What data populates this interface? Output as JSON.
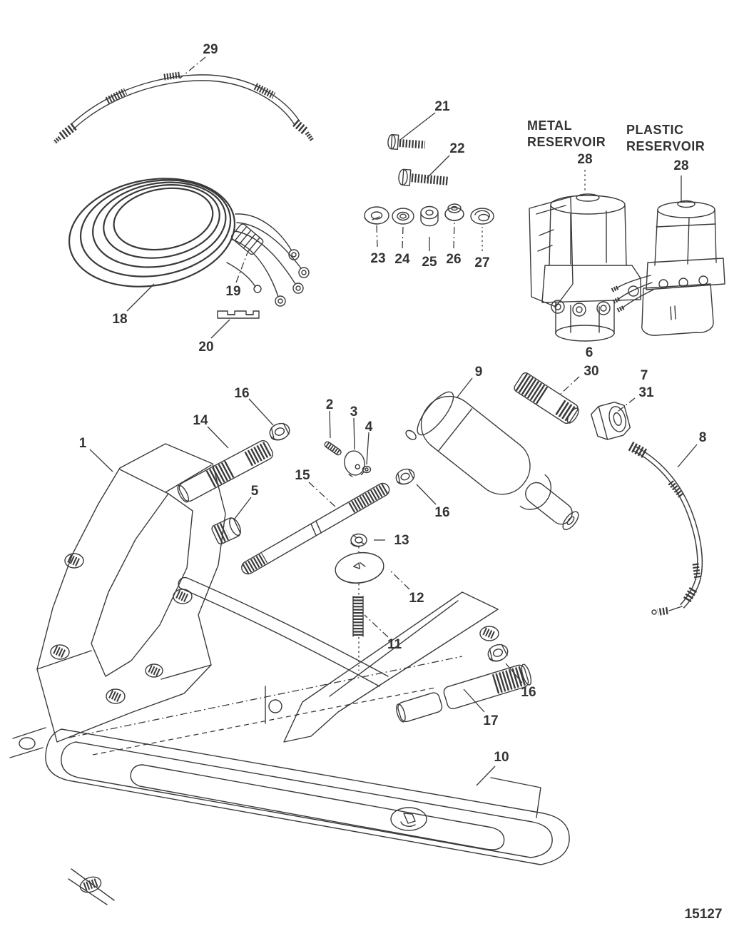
{
  "colors": {
    "ink": "#3a3a3a",
    "text": "#333333",
    "background": "#ffffff"
  },
  "drawing_number": "15127",
  "reservoir_labels": {
    "metal_line1": "METAL",
    "metal_line2": "RESERVOIR",
    "plastic_line1": "PLASTIC",
    "plastic_line2": "RESERVOIR"
  },
  "callouts": [
    {
      "num": "29",
      "target": "hydraulic-hose-upper"
    },
    {
      "num": "21",
      "target": "screw"
    },
    {
      "num": "22",
      "target": "bolt"
    },
    {
      "num": "23",
      "target": "lockwasher"
    },
    {
      "num": "24",
      "target": "flat-washer"
    },
    {
      "num": "25",
      "target": "nut"
    },
    {
      "num": "26",
      "target": "locknut"
    },
    {
      "num": "27",
      "target": "washer"
    },
    {
      "num": "28",
      "target": "pump-metal-reservoir"
    },
    {
      "num": "28",
      "target": "pump-plastic-reservoir"
    },
    {
      "num": "18",
      "target": "wiring-harness"
    },
    {
      "num": "19",
      "target": "connector"
    },
    {
      "num": "20",
      "target": "retainer-clip"
    },
    {
      "num": "16",
      "target": "nut-front"
    },
    {
      "num": "14",
      "target": "anchor-pin-front"
    },
    {
      "num": "2",
      "target": "pin"
    },
    {
      "num": "3",
      "target": "release-cam"
    },
    {
      "num": "4",
      "target": "small-nut"
    },
    {
      "num": "9",
      "target": "trim-cylinder"
    },
    {
      "num": "6",
      "target": "fitting"
    },
    {
      "num": "30",
      "target": "fitting"
    },
    {
      "num": "7",
      "target": "fitting-nut"
    },
    {
      "num": "31",
      "target": "fitting-nut"
    },
    {
      "num": "8",
      "target": "hydraulic-hose-lower"
    },
    {
      "num": "1",
      "target": "stern-bracket"
    },
    {
      "num": "5",
      "target": "plug"
    },
    {
      "num": "15",
      "target": "pivot-rod"
    },
    {
      "num": "16",
      "target": "nut-middle"
    },
    {
      "num": "13",
      "target": "small-locknut"
    },
    {
      "num": "12",
      "target": "anchor-washer"
    },
    {
      "num": "11",
      "target": "threaded-stud"
    },
    {
      "num": "17",
      "target": "anchor-pin-rear"
    },
    {
      "num": "16",
      "target": "nut-rear"
    },
    {
      "num": "10",
      "target": "anchor-plate"
    }
  ]
}
